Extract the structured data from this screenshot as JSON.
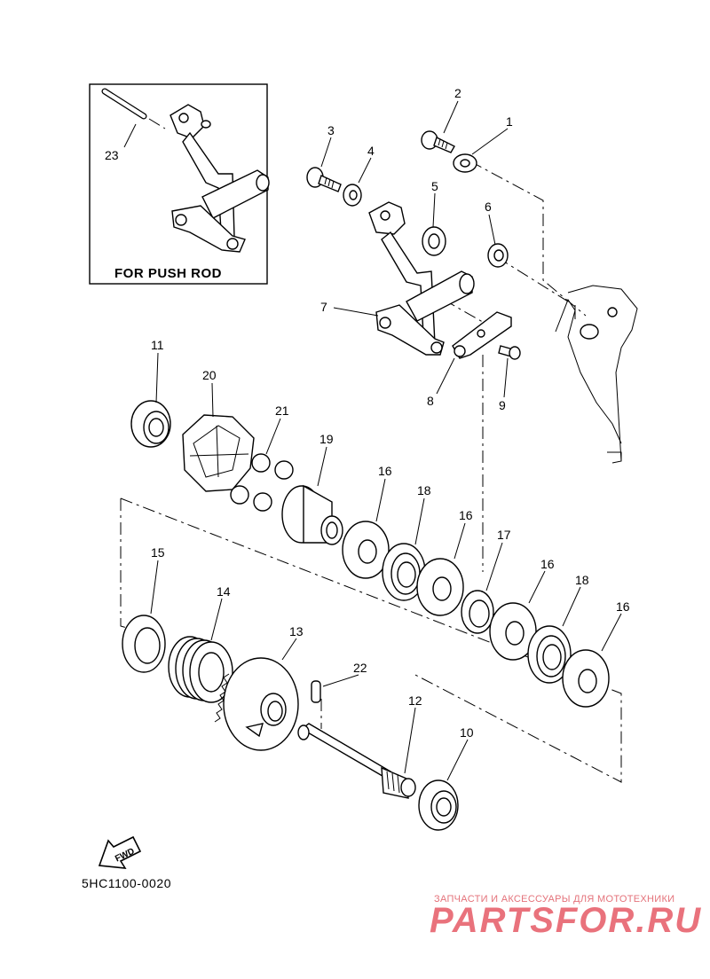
{
  "inset": {
    "caption": "FOR PUSH ROD",
    "callout": "23"
  },
  "callouts": [
    "1",
    "2",
    "3",
    "4",
    "5",
    "6",
    "7",
    "8",
    "9",
    "10",
    "11",
    "12",
    "13",
    "14",
    "15",
    "16",
    "16",
    "16",
    "16",
    "17",
    "18",
    "18",
    "19",
    "20",
    "21",
    "22"
  ],
  "fwd_label": "FWD",
  "diagram_code": "5HC1100-0020",
  "watermark": {
    "tagline": "ЗАПЧАСТИ И АКСЕССУАРЫ ДЛЯ МОТОТЕХНИКИ",
    "logo": "PARTSFOR.RU",
    "color": "#e65a66"
  }
}
